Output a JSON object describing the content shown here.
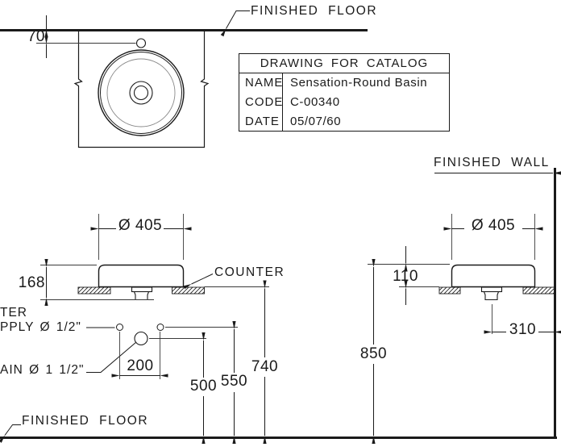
{
  "drawing": {
    "title_block": {
      "header": "DRAWING FOR CATALOG",
      "rows": [
        {
          "label": "NAME",
          "value": "Sensation-Round Basin"
        },
        {
          "label": "CODE",
          "value": "C-00340"
        },
        {
          "label": "DATE",
          "value": "05/07/60"
        }
      ]
    },
    "labels": {
      "finished_floor_top": "FINISHED FLOOR",
      "finished_wall": "FINISHED WALL",
      "counter": "COUNTER",
      "finished_floor_bottom": "FINISHED FLOOR",
      "water_supply_cut_line1": "TER",
      "water_supply_cut_line2": "PPLY Ø 1/2\"",
      "drain_cut": "AIN Ø 1 1/2\""
    },
    "dimensions": {
      "faucet_offset": "70",
      "basin_diameter_front": "Ø 405",
      "basin_diameter_side": "Ø 405",
      "basin_total_height": "168",
      "basin_height_above_counter": "110",
      "supply_hole_spacing": "200",
      "drain_height_from_floor": "500",
      "supply_height_from_floor": "550",
      "counter_height_from_floor": "740",
      "rim_height_from_floor": "850",
      "drain_to_wall": "310"
    }
  },
  "colors": {
    "line": "#1a1a1a",
    "background": "#ffffff"
  }
}
